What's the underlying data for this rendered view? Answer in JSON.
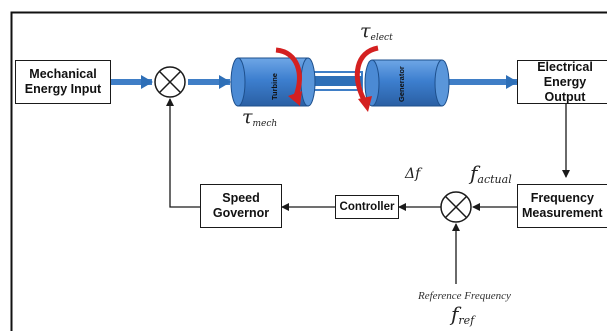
{
  "blocks": {
    "mechanical_input": [
      "Mechanical",
      "Energy Input"
    ],
    "electrical_output": [
      "Electrical",
      "Energy Output"
    ],
    "frequency_measurement": [
      "Frequency",
      "Measurement"
    ],
    "controller": "Controller",
    "speed_governor": [
      "Speed",
      "Governor"
    ],
    "turbine": "Turbine",
    "generator": "Generator"
  },
  "symbols": {
    "tau": "τ",
    "tau_mech_sub": "mech",
    "tau_elect_sub": "elect",
    "delta_f": "Δf",
    "f": "f",
    "f_actual_sub": "actual",
    "f_ref_sub": "ref"
  },
  "labels": {
    "reference_frequency": "Reference Frequency"
  },
  "colors": {
    "shaft": "#2e6fb7",
    "shaft_light": "#5f97d6",
    "cylinder": "#3d7fcf",
    "torque_arrow": "#d42020",
    "line": "#1a1a1a"
  }
}
